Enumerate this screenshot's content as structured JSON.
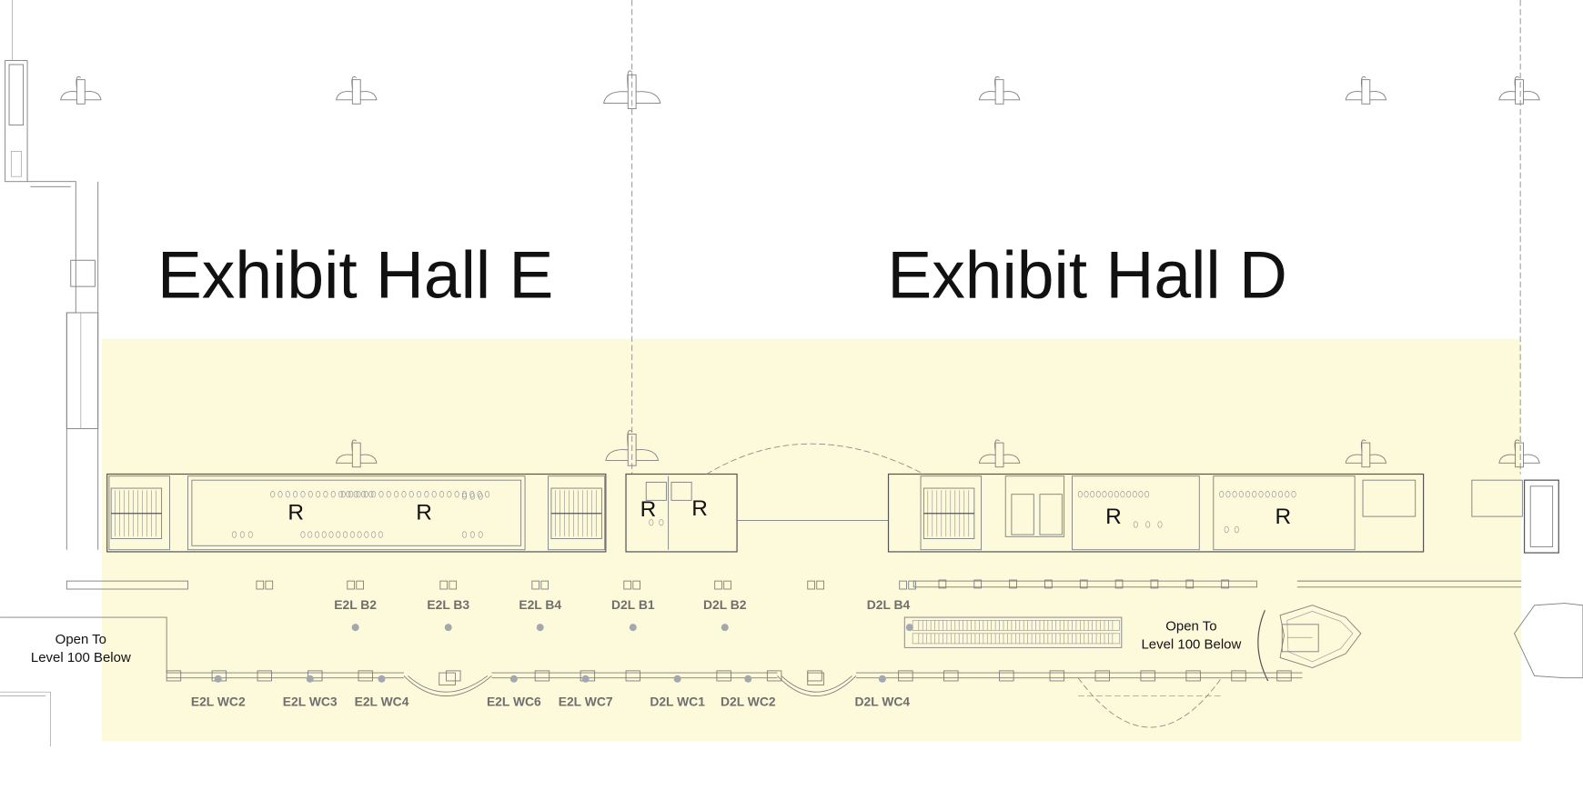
{
  "halls": [
    {
      "name": "Exhibit Hall E"
    },
    {
      "name": "Exhibit Hall D"
    }
  ],
  "restroom_marker": "R",
  "open_areas": [
    {
      "line1": "Open To",
      "line2": "Level 100 Below"
    },
    {
      "line1": "Open To",
      "line2": "Level 100 Below"
    }
  ],
  "wireless_points": {
    "upper": [
      "E2L B2",
      "E2L B3",
      "E2L B4",
      "D2L B1",
      "D2L B2",
      "D2L B4"
    ],
    "lower": [
      "E2L WC2",
      "E2L WC3",
      "E2L WC4",
      "E2L WC6",
      "E2L WC7",
      "D2L WC1",
      "D2L WC2",
      "D2L WC4"
    ]
  },
  "colors": {
    "highlight": "#fdfadb",
    "label": "#6e6e6e",
    "dot": "#a2a7b0"
  }
}
